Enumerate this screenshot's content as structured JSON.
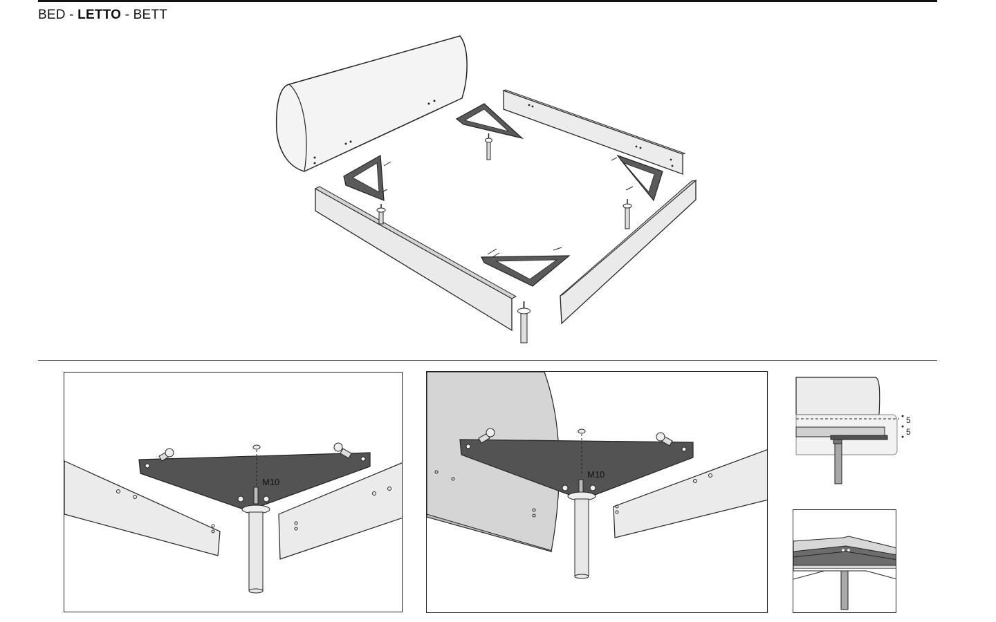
{
  "header": {
    "title_part1": "BED",
    "sep1": " - ",
    "title_part2": "LETTO",
    "sep2": " - ",
    "title_part3": "BETT"
  },
  "details": {
    "panel1_callout": "M10",
    "panel2_callout": "M10",
    "dimension_top": "5",
    "dimension_bottom": "5"
  },
  "colors": {
    "bracket": "#505050",
    "board": "#ececec",
    "board_side": "#d4d4d4",
    "wall": "#d6d6d6"
  }
}
